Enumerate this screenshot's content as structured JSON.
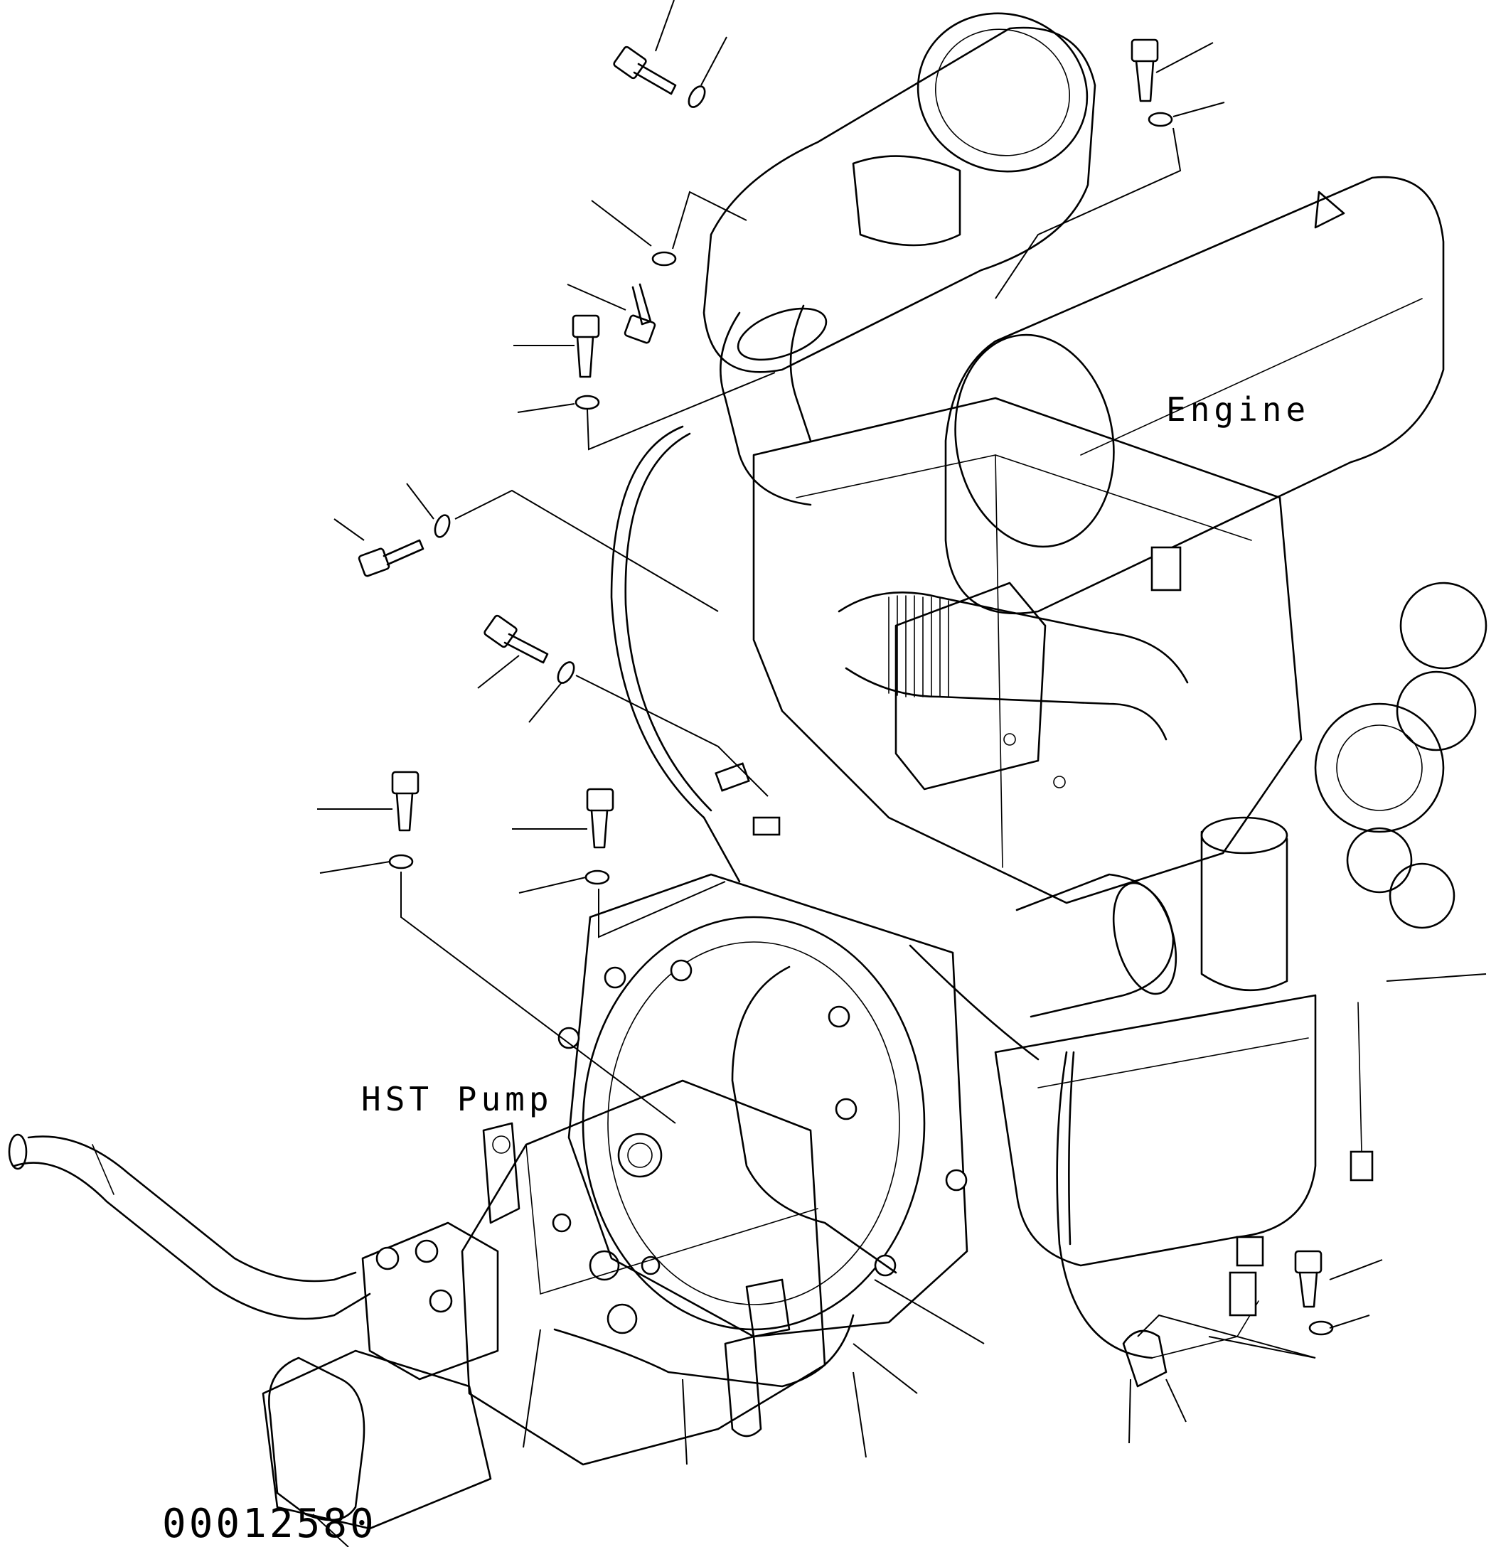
{
  "labels": {
    "engine": "Engine",
    "hst_pump": "HST Pump",
    "drawing_number": "00012580"
  },
  "colors": {
    "line": "#000000",
    "background": "#ffffff"
  }
}
